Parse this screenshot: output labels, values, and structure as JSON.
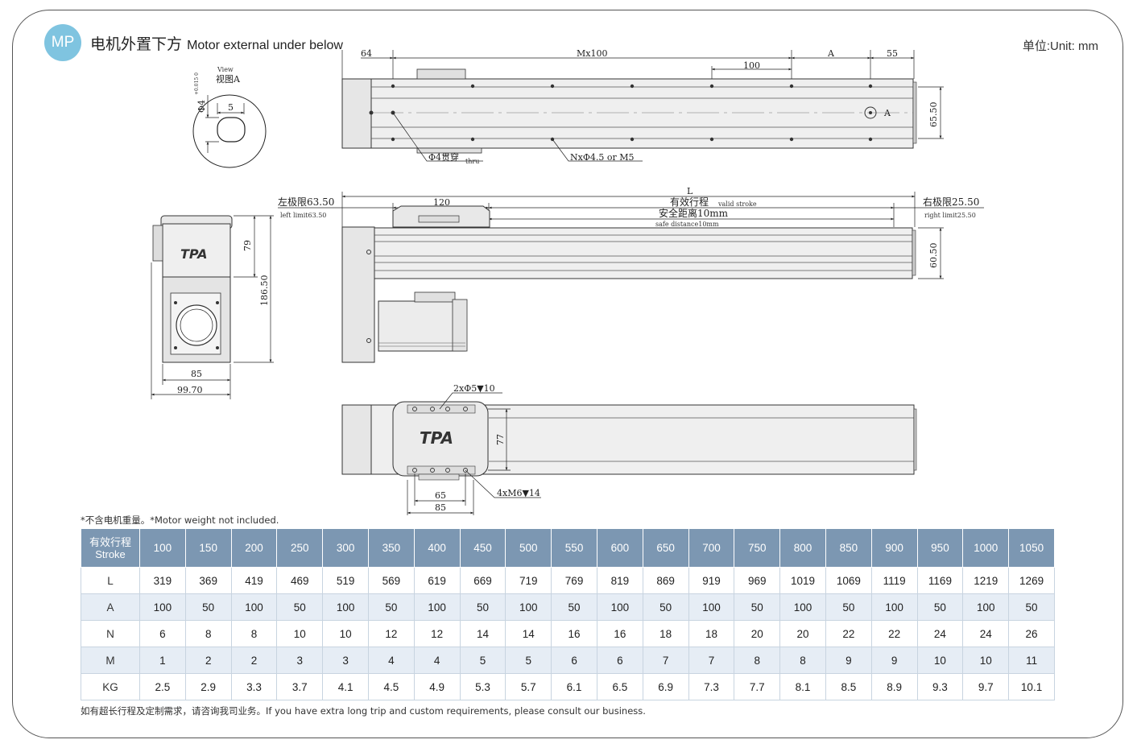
{
  "header": {
    "badge": "MP",
    "title_cn": "电机外置下方",
    "title_en": "Motor external under below",
    "unit": "单位:Unit: mm"
  },
  "drawing": {
    "view_a": {
      "view_en": "View",
      "view_cn": "视图A",
      "tol": "+0.015 0",
      "phi4": "Φ4",
      "dim5": "5"
    },
    "top_view": {
      "d64": "64",
      "mx100": "Mx100",
      "dA": "A",
      "d55": "55",
      "d100": "100",
      "d65_50": "65.50",
      "markA": "A",
      "thru_cn": "Φ4贯穿",
      "thru_en": "thru",
      "nx": "NxΦ4.5 or M5"
    },
    "side_view": {
      "L": "L",
      "left_cn": "左极限63.50",
      "left_en": "left limit63.50",
      "d120": "120",
      "valid_cn": "有效行程",
      "valid_en": "valid stroke",
      "safe_cn": "安全距离10mm",
      "safe_en": "safe distance10mm",
      "right_cn": "右极限25.50",
      "right_en": "right limit25.50",
      "d60_50": "60.50"
    },
    "end_view": {
      "d79": "79",
      "d186_50": "186.50",
      "d85": "85",
      "d99_70": "99.70",
      "logo": "TPA"
    },
    "bottom_view": {
      "holes": "2xΦ5▼10",
      "m6": "4xM6▼14",
      "d77": "77",
      "d65": "65",
      "d85": "85",
      "logo": "TPA"
    }
  },
  "note": "*不含电机重量。*Motor weight not included.",
  "table": {
    "header_cn": "有效行程",
    "header_en": "Stroke",
    "strokes": [
      "100",
      "150",
      "200",
      "250",
      "300",
      "350",
      "400",
      "450",
      "500",
      "550",
      "600",
      "650",
      "700",
      "750",
      "800",
      "850",
      "900",
      "950",
      "1000",
      "1050"
    ],
    "rows": [
      {
        "label": "L",
        "values": [
          "319",
          "369",
          "419",
          "469",
          "519",
          "569",
          "619",
          "669",
          "719",
          "769",
          "819",
          "869",
          "919",
          "969",
          "1019",
          "1069",
          "1119",
          "1169",
          "1219",
          "1269"
        ]
      },
      {
        "label": "A",
        "values": [
          "100",
          "50",
          "100",
          "50",
          "100",
          "50",
          "100",
          "50",
          "100",
          "50",
          "100",
          "50",
          "100",
          "50",
          "100",
          "50",
          "100",
          "50",
          "100",
          "50"
        ]
      },
      {
        "label": "N",
        "values": [
          "6",
          "8",
          "8",
          "10",
          "10",
          "12",
          "12",
          "14",
          "14",
          "16",
          "16",
          "18",
          "18",
          "20",
          "20",
          "22",
          "22",
          "24",
          "24",
          "26"
        ]
      },
      {
        "label": "M",
        "values": [
          "1",
          "2",
          "2",
          "3",
          "3",
          "4",
          "4",
          "5",
          "5",
          "6",
          "6",
          "7",
          "7",
          "8",
          "8",
          "9",
          "9",
          "10",
          "10",
          "11"
        ]
      },
      {
        "label": "KG",
        "values": [
          "2.5",
          "2.9",
          "3.3",
          "3.7",
          "4.1",
          "4.5",
          "4.9",
          "5.3",
          "5.7",
          "6.1",
          "6.5",
          "6.9",
          "7.3",
          "7.7",
          "8.1",
          "8.5",
          "8.9",
          "9.3",
          "9.7",
          "10.1"
        ]
      }
    ]
  },
  "footer": "如有超长行程及定制需求，请咨询我司业务。If you have extra long trip and custom requirements, please consult our business."
}
